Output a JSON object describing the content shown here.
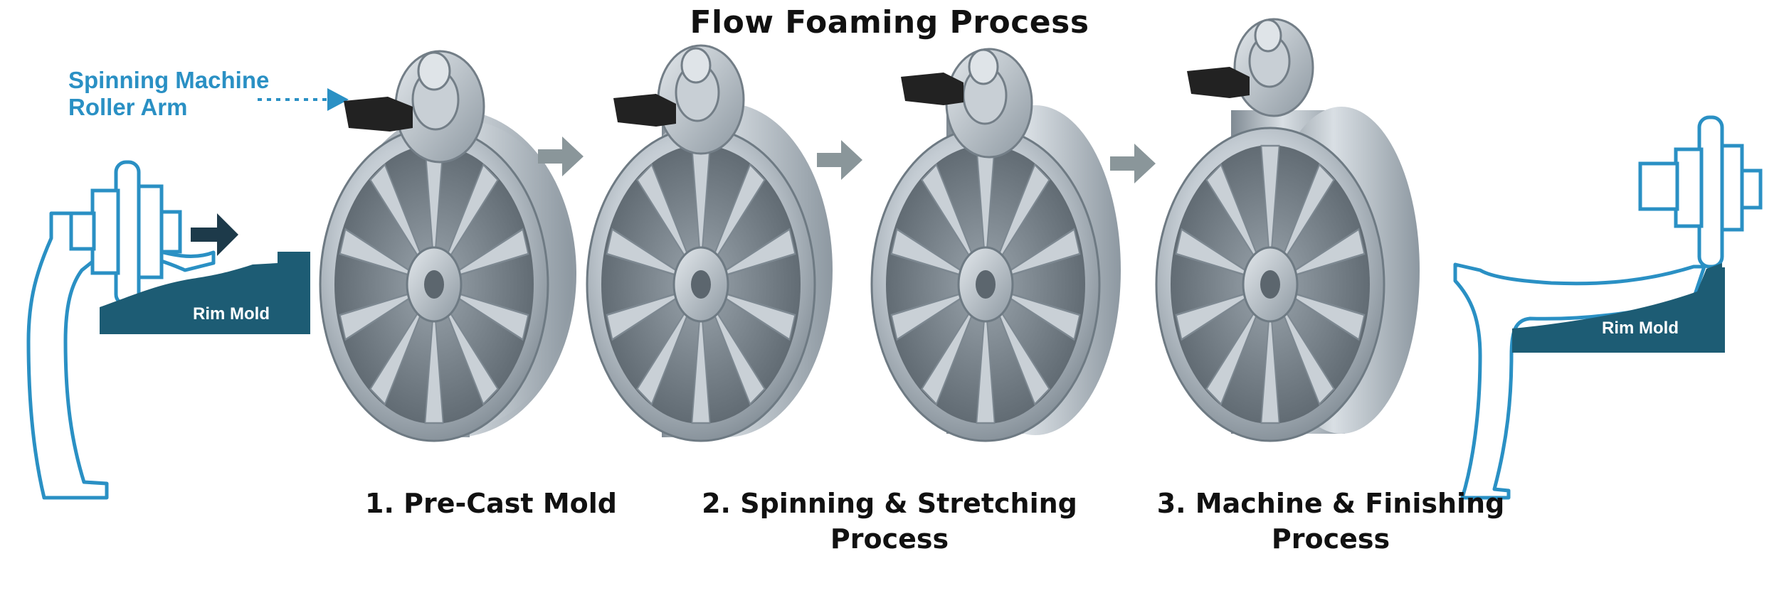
{
  "title": "Flow Foaming Process",
  "callout": {
    "line1": "Spinning Machine",
    "line2": "Roller Arm"
  },
  "mold_labels": [
    "Rim Mold",
    "Rim Mold"
  ],
  "stages": [
    {
      "line1": "1. Pre-Cast Mold",
      "line2": ""
    },
    {
      "line1": "2. Spinning & Stretching",
      "line2": "Process"
    },
    {
      "line1": "3. Machine & Finishing",
      "line2": "Process"
    }
  ],
  "colors": {
    "outline_blue": "#2a90c4",
    "mold_fill": "#1d5c74",
    "arrow_grey": "#8a969a",
    "wheel_silver": "#b9c2ca"
  }
}
